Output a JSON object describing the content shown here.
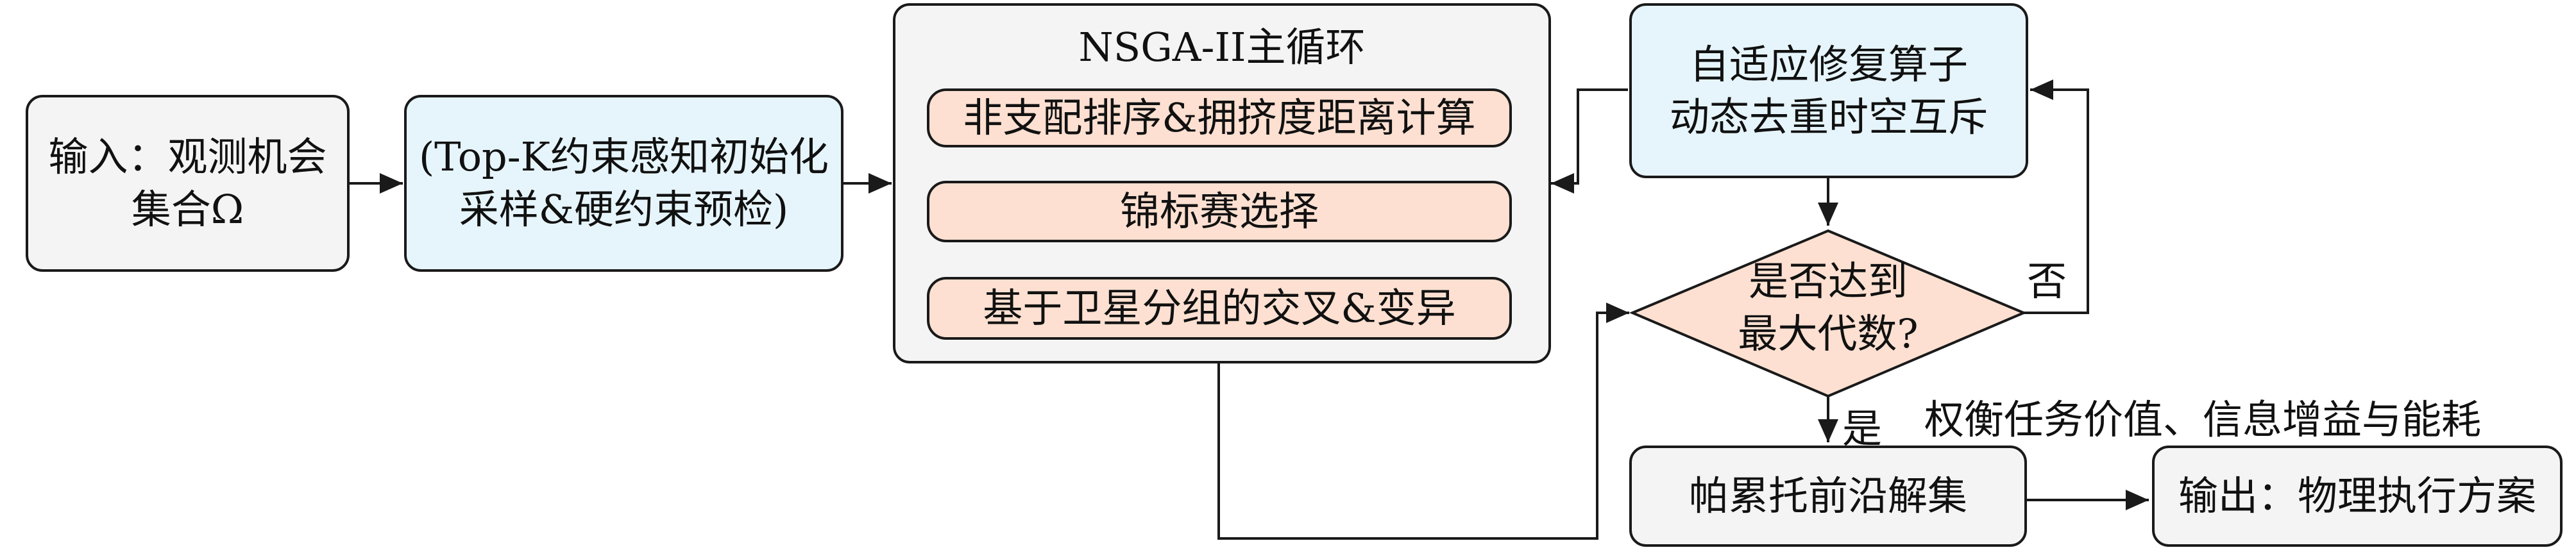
{
  "nodes": {
    "input": "输入：观测机会 集合Ω",
    "input_line1": "输入：观测机会",
    "input_line2": "集合Ω",
    "init_line1": "(Top-K约束感知初始化",
    "init_line2": "采样&硬约束预检)",
    "main_loop_title": "NSGA-II主循环",
    "sort": "非支配排序&拥挤度距离计算",
    "tournament": "锦标赛选择",
    "crossover": "基于卫星分组的交叉&变异",
    "repair_line1": "自适应修复算子",
    "repair_line2": "动态去重时空互斥",
    "decision_line1": "是否达到",
    "decision_line2": "最大代数?",
    "pareto": "帕累托前沿解集",
    "output": "输出：物理执行方案"
  },
  "edge_labels": {
    "no": "否",
    "yes": "是",
    "tradeoff": "权衡任务价值、信息增益与能耗"
  },
  "colors": {
    "gray_fill": "#f4f4f4",
    "blue_fill": "#e6f5fb",
    "salmon_fill": "#fde0d1",
    "stroke": "#1a1a1a"
  }
}
